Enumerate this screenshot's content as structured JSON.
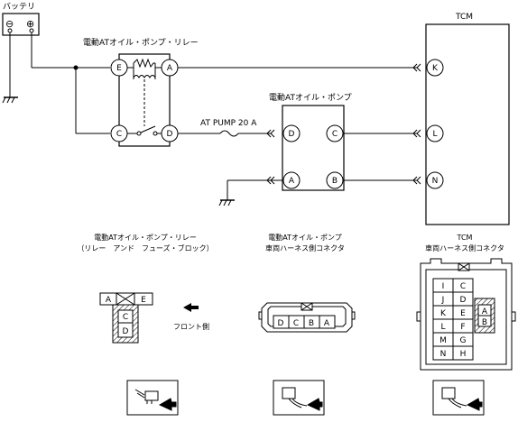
{
  "battery": {
    "label": "バッテリ",
    "minus": "⊖",
    "plus": "⊕"
  },
  "tcm": {
    "label": "TCM",
    "pins": [
      "K",
      "L",
      "N"
    ]
  },
  "relay": {
    "label": "電動ATオイル・ポンプ・リレー",
    "pins": [
      "E",
      "A",
      "C",
      "D"
    ]
  },
  "fuse": {
    "label": "AT PUMP 20 A"
  },
  "pump": {
    "label": "電動ATオイル・ポンプ",
    "pins": [
      "D",
      "C",
      "A",
      "B"
    ]
  },
  "connectors": {
    "relay_title_1": "電動ATオイル・ポンプ・リレー",
    "relay_title_2": "（リレー　アンド　フューズ・ブロック）",
    "relay_cells": [
      "A",
      "E",
      "C",
      "D"
    ],
    "front_label": "フロント側",
    "pump_title_1": "電動ATオイル・ポンプ",
    "pump_title_2": "車両ハーネス側コネクタ",
    "pump_cells": [
      "D",
      "C",
      "B",
      "A"
    ],
    "tcm_title_1": "TCM",
    "tcm_title_2": "車両ハーネス側コネクタ",
    "tcm_left": [
      "I",
      "J",
      "K",
      "L",
      "M",
      "N"
    ],
    "tcm_right": [
      "C",
      "D",
      "E",
      "F",
      "G",
      "H"
    ],
    "tcm_inner": [
      "A",
      "B"
    ]
  }
}
